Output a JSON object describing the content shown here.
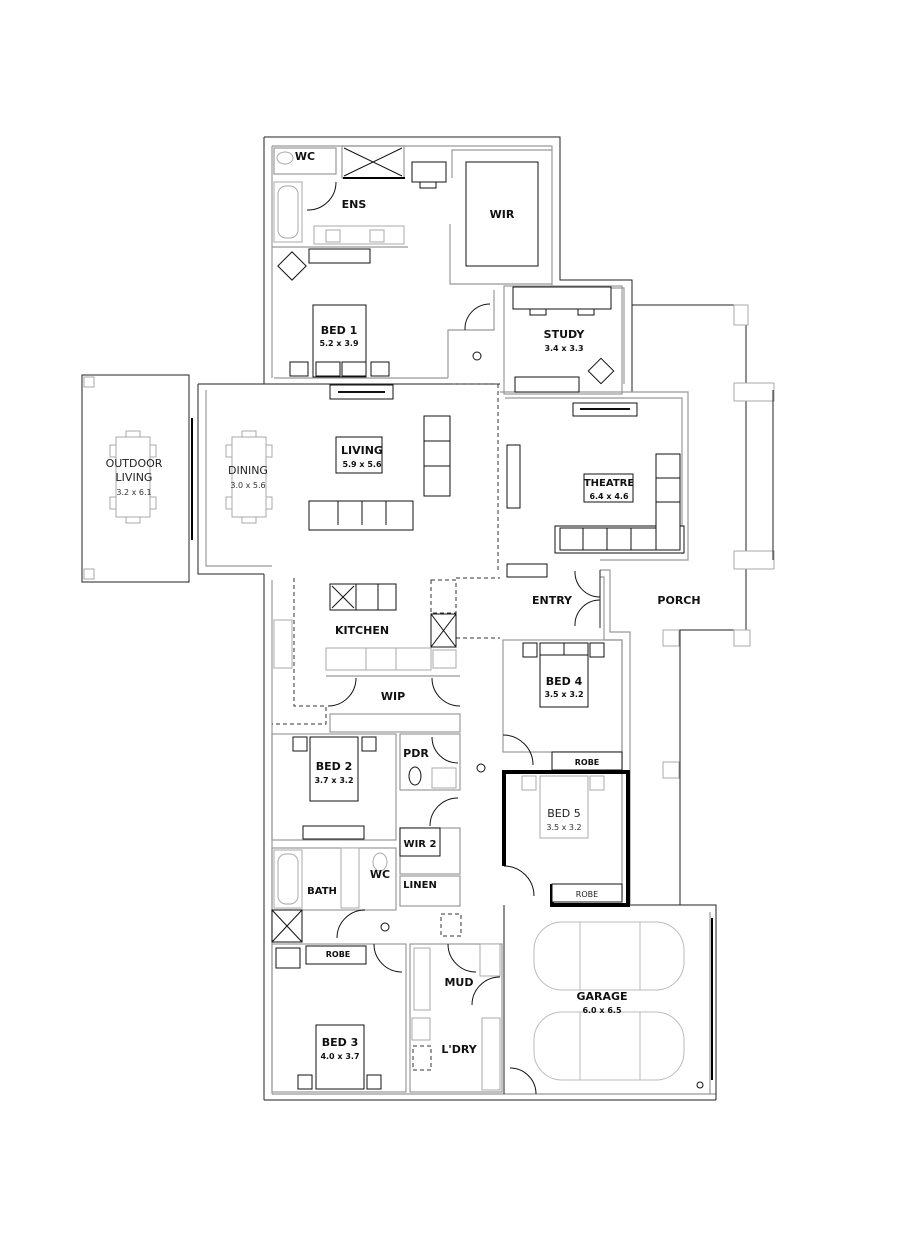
{
  "plan": {
    "type": "residential floor plan",
    "rooms": [
      {
        "id": "wc-ens",
        "name": "WC",
        "dims": ""
      },
      {
        "id": "ens",
        "name": "ENS",
        "dims": ""
      },
      {
        "id": "wir",
        "name": "WIR",
        "dims": ""
      },
      {
        "id": "bed1",
        "name": "BED 1",
        "dims": "5.2 x 3.9"
      },
      {
        "id": "study",
        "name": "STUDY",
        "dims": "3.4 x 3.3"
      },
      {
        "id": "outdoor",
        "name_line1": "OUTDOOR",
        "name_line2": "LIVING",
        "dims": "3.2 x 6.1"
      },
      {
        "id": "dining",
        "name": "DINING",
        "dims": "3.0 x 5.6"
      },
      {
        "id": "living",
        "name": "LIVING",
        "dims": "5.9 x 5.6"
      },
      {
        "id": "theatre",
        "name": "THEATRE",
        "dims": "6.4 x 4.6"
      },
      {
        "id": "entry",
        "name": "ENTRY",
        "dims": ""
      },
      {
        "id": "porch",
        "name": "PORCH",
        "dims": ""
      },
      {
        "id": "kitchen",
        "name": "KITCHEN",
        "dims": ""
      },
      {
        "id": "wip",
        "name": "WIP",
        "dims": ""
      },
      {
        "id": "bed4",
        "name": "BED 4",
        "dims": "3.5 x 3.2"
      },
      {
        "id": "robe4",
        "name": "ROBE",
        "dims": ""
      },
      {
        "id": "bed2",
        "name": "BED 2",
        "dims": "3.7 x 3.2"
      },
      {
        "id": "pdr",
        "name": "PDR",
        "dims": ""
      },
      {
        "id": "bed5",
        "name": "BED 5",
        "dims": "3.5 x 3.2"
      },
      {
        "id": "robe5",
        "name": "ROBE",
        "dims": ""
      },
      {
        "id": "wir2",
        "name": "WIR 2",
        "dims": ""
      },
      {
        "id": "linen",
        "name": "LINEN",
        "dims": ""
      },
      {
        "id": "bath",
        "name": "BATH",
        "dims": ""
      },
      {
        "id": "wc2",
        "name": "WC",
        "dims": ""
      },
      {
        "id": "robe3",
        "name": "ROBE",
        "dims": ""
      },
      {
        "id": "mud",
        "name": "MUD",
        "dims": ""
      },
      {
        "id": "garage",
        "name": "GARAGE",
        "dims": "6.0 x 6.5"
      },
      {
        "id": "bed3",
        "name": "BED 3",
        "dims": "4.0 x 3.7"
      },
      {
        "id": "ldry",
        "name": "L'DRY",
        "dims": ""
      }
    ]
  }
}
